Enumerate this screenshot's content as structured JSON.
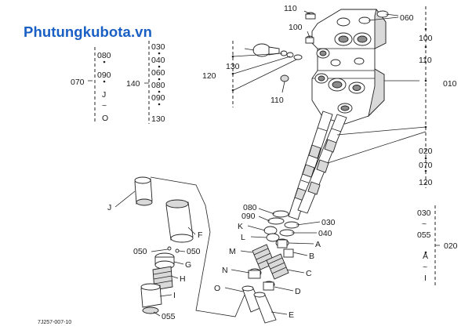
{
  "watermark": "Phutungkubota.vn",
  "diagram_code": "7J257-007-10",
  "labels": {
    "l110a": "110",
    "l060t": "060",
    "l100a": "100",
    "lr100": "100",
    "lr110": "110",
    "l130": "130",
    "l120": "120",
    "l110b": "110",
    "l010": "010",
    "l070": "070",
    "c1": [
      "080",
      "090",
      "J",
      "~",
      "O"
    ],
    "l140": "140",
    "c2": [
      "030",
      "040",
      "060",
      "080",
      "090",
      "130"
    ],
    "rb_a": [
      "020",
      "070",
      "120"
    ],
    "rb_b": [
      "030",
      "~",
      "055",
      "A",
      "~",
      "I"
    ],
    "l020": "020",
    "pJ": "J",
    "pF": "F",
    "p050a": "050",
    "p050b": "050",
    "pG": "G",
    "pH": "H",
    "pI": "I",
    "p055": "055",
    "p080": "080",
    "p090": "090",
    "pK": "K",
    "pL": "L",
    "pM": "M",
    "pN": "N",
    "pO": "O",
    "p030": "030",
    "p040": "040",
    "pA": "A",
    "pB": "B",
    "pC": "C",
    "pD": "D",
    "pE": "E"
  }
}
